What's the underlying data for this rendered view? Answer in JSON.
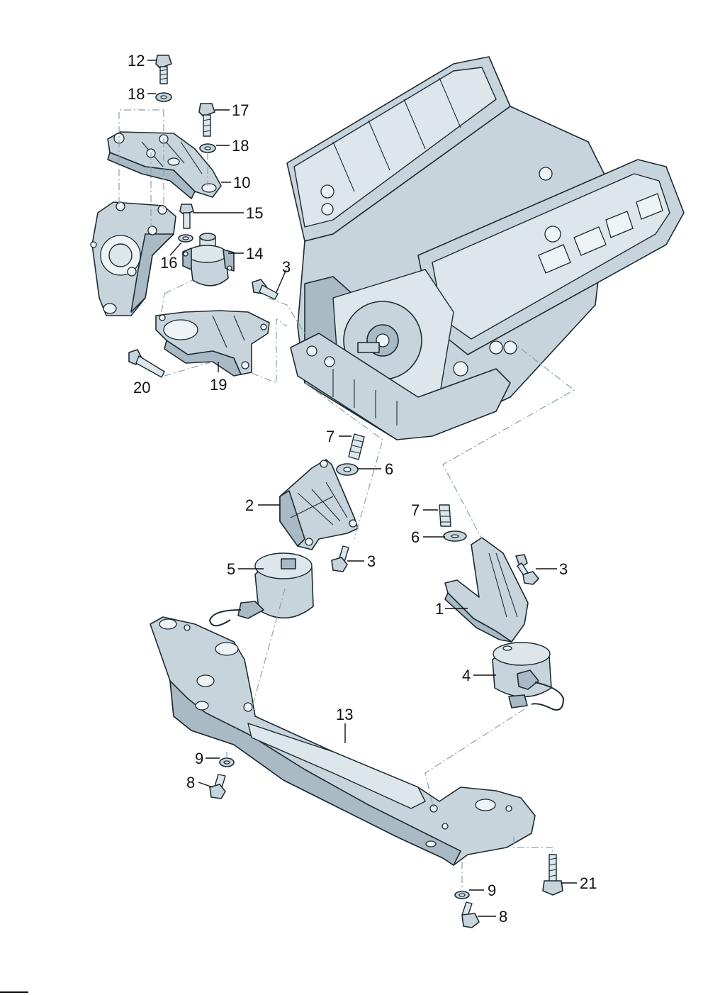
{
  "diagram": {
    "title": "",
    "callouts": {
      "c1": "1",
      "c2": "2",
      "c3a": "3",
      "c3b": "3",
      "c3c": "3",
      "c4": "4",
      "c5": "5",
      "c6a": "6",
      "c6b": "6",
      "c7a": "7",
      "c7b": "7",
      "c8a": "8",
      "c8b": "8",
      "c9a": "9",
      "c9b": "9",
      "c10": "10",
      "c12": "12",
      "c13": "13",
      "c14": "14",
      "c15": "15",
      "c16": "16",
      "c17": "17",
      "c18a": "18",
      "c18b": "18",
      "c19": "19",
      "c20": "20",
      "c21": "21"
    }
  }
}
